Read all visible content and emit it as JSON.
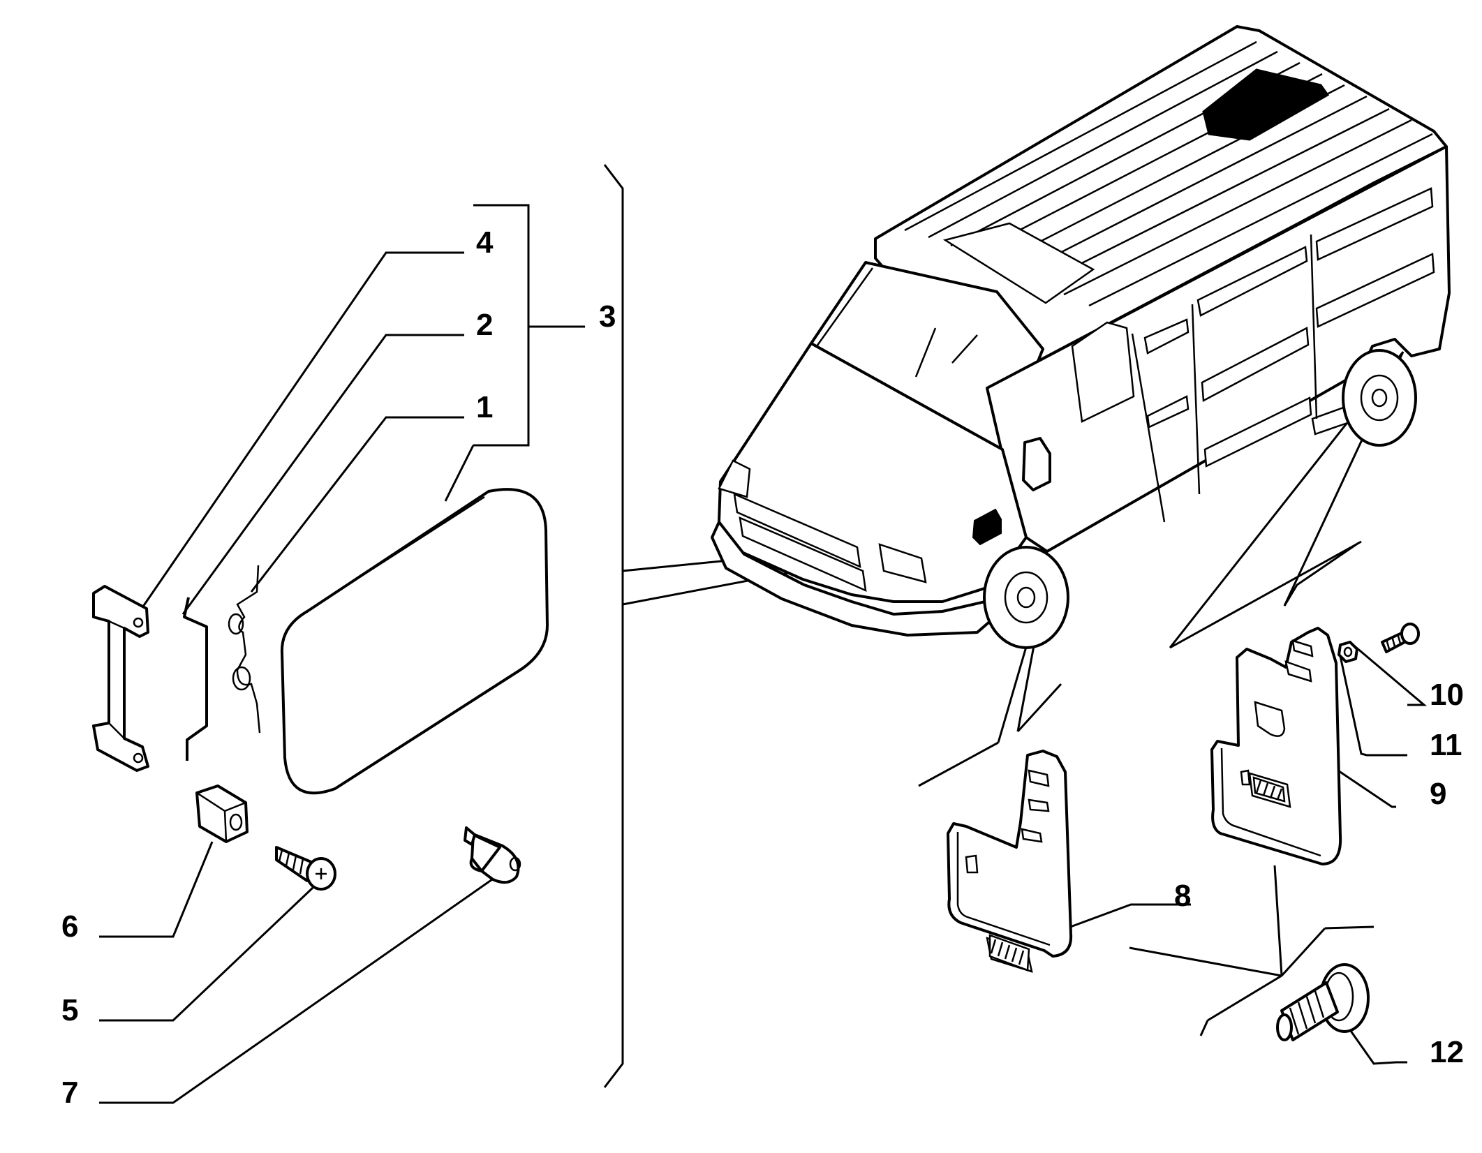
{
  "colors": {
    "line": "#000000",
    "background": "#ffffff"
  },
  "callouts": {
    "c1": "1",
    "c2": "2",
    "c3": "3",
    "c4": "4",
    "c5": "5",
    "c6": "6",
    "c7": "7",
    "c8": "8",
    "c9": "9",
    "c10": "10",
    "c11": "11",
    "c12": "12"
  }
}
